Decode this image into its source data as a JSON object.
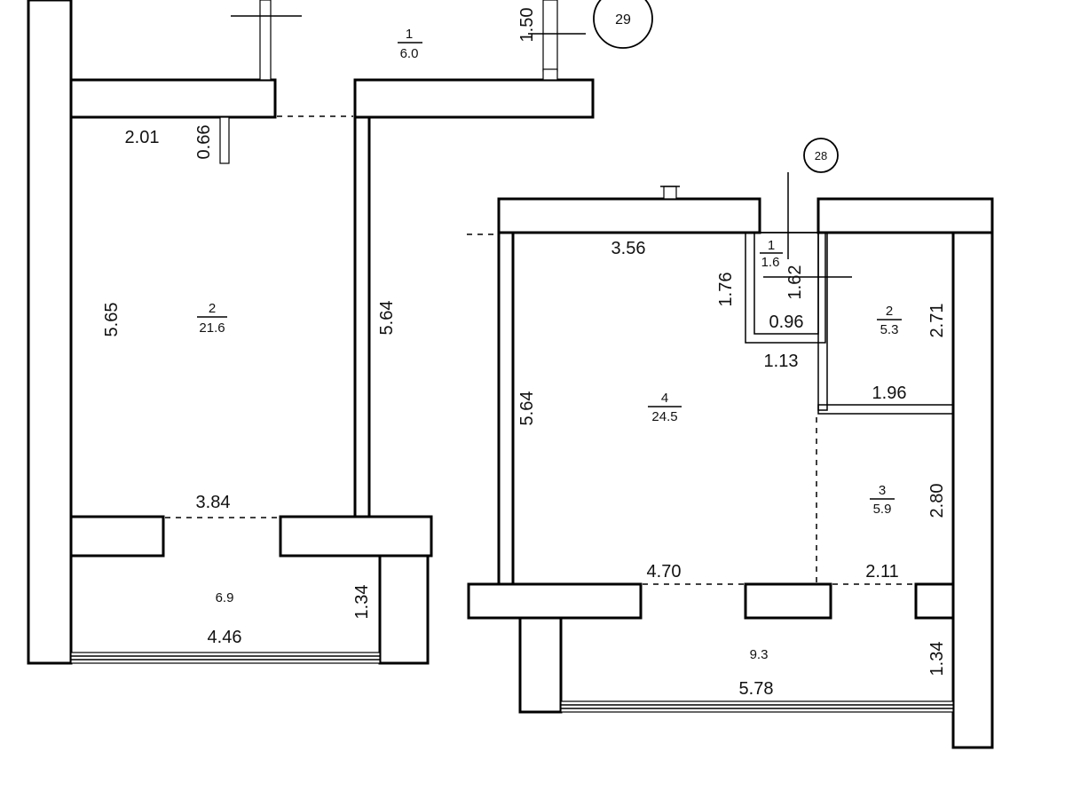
{
  "markers": {
    "top": "29",
    "right": "28"
  },
  "left_unit": {
    "top_room": {
      "number": "1",
      "area": "6.0"
    },
    "main_room": {
      "number": "2",
      "area": "21.6"
    },
    "balcony": {
      "area": "6.9"
    },
    "dims": {
      "top_dim": "1.50",
      "door_width": "2.01",
      "door_depth": "0.66",
      "left_height": "5.65",
      "right_height": "5.64",
      "bottom_width": "3.84",
      "balcony_width": "4.46",
      "balcony_depth": "1.34"
    }
  },
  "right_unit": {
    "entry": {
      "number": "1",
      "area": "1.6"
    },
    "bath": {
      "number": "2",
      "area": "5.3"
    },
    "kitchen": {
      "number": "3",
      "area": "5.9"
    },
    "living": {
      "number": "4",
      "area": "24.5"
    },
    "balcony": {
      "area": "9.3"
    },
    "dims": {
      "top_width": "3.56",
      "entry_height": "1.76",
      "entry_inner": "1.62",
      "entry_width": "0.96",
      "corridor": "1.13",
      "bath_height": "2.71",
      "bath_width": "1.96",
      "left_height": "5.64",
      "kitchen_height": "2.80",
      "living_width": "4.70",
      "kitchen_width": "2.11",
      "balcony_width": "5.78",
      "balcony_depth": "1.34"
    }
  }
}
